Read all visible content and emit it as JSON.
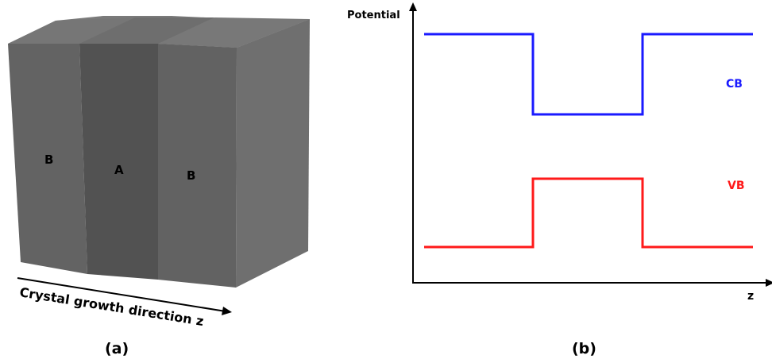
{
  "panel_a": {
    "caption": "(a)",
    "region_left": "B",
    "region_middle": "A",
    "region_right": "B",
    "arrow_label": "Crystal growth direction z"
  },
  "panel_b": {
    "caption": "(b)",
    "y_axis_label": "Potential",
    "x_axis_label": "z",
    "cb_label": "CB",
    "vb_label": "VB",
    "colors": {
      "cb": "#1a1aff",
      "vb": "#ff1a1a"
    }
  }
}
